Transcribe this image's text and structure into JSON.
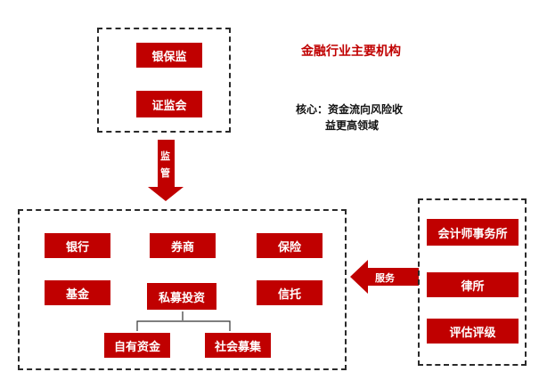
{
  "title": "金融行业主要机构",
  "core_note": {
    "line1": "核心：资金流向风险收",
    "line2": "益更高领域"
  },
  "regulators": {
    "items": [
      "银保监",
      "证监会"
    ]
  },
  "supervise_label": {
    "char1": "监",
    "char2": "管"
  },
  "institutions": {
    "bank": "银行",
    "broker": "券商",
    "insurance": "保险",
    "fund": "基金",
    "private_fund": "私募投资",
    "trust": "信托",
    "own_capital": "自有资金",
    "social_raise": "社会募集"
  },
  "service_label": "服务",
  "service_providers": {
    "items": [
      "会计师事务所",
      "律所",
      "评估评级"
    ]
  },
  "colors": {
    "accent": "#c00000",
    "text_on_accent": "#ffffff",
    "frame": "#2a2a2a"
  }
}
